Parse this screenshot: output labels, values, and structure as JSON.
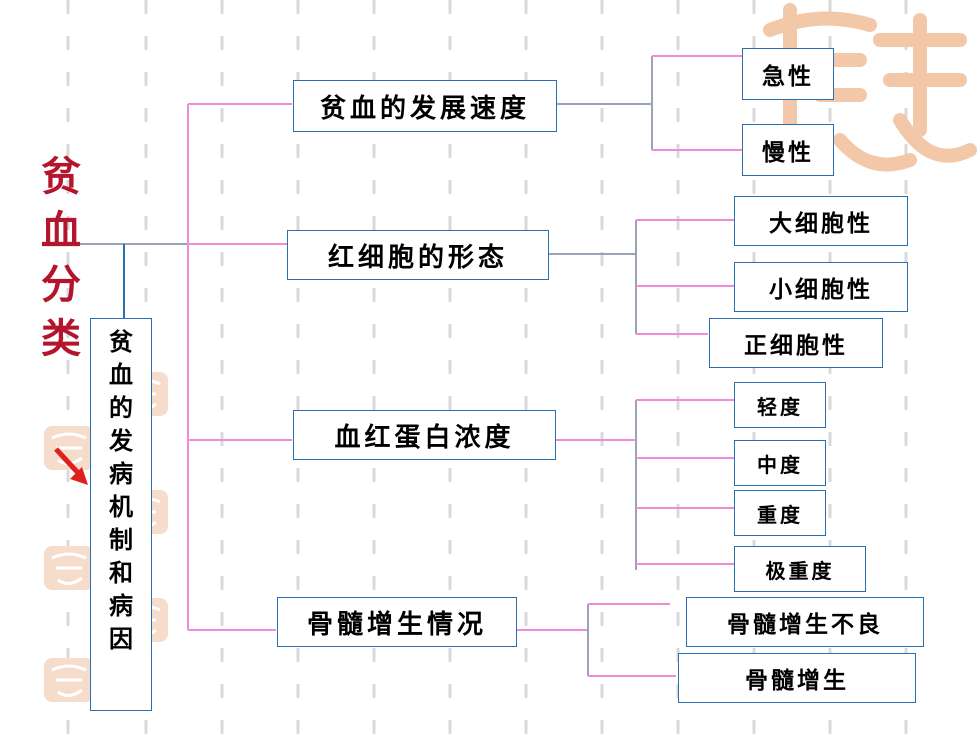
{
  "title": "贫血分类",
  "side_box": "贫血的发病机制和病因",
  "branches": [
    {
      "label": "贫血的发展速度",
      "children": [
        "急性",
        "慢性"
      ]
    },
    {
      "label": "红细胞的形态",
      "children": [
        "大细胞性",
        "小细胞性",
        "正细胞性"
      ]
    },
    {
      "label": "血红蛋白浓度",
      "children": [
        "轻度",
        "中度",
        "重度",
        "极重度"
      ]
    },
    {
      "label": "骨髓增生情况",
      "children": [
        "骨髓增生不良",
        "骨髓增生"
      ]
    }
  ],
  "colors": {
    "title": "#b4142c",
    "box_border": "#2a6fb0",
    "connector": "#f08cd8",
    "arrow": "#e0201c",
    "seal": "#f2c8a8"
  },
  "icons": [
    "red-arrow-icon",
    "seal-watermark-icon"
  ]
}
